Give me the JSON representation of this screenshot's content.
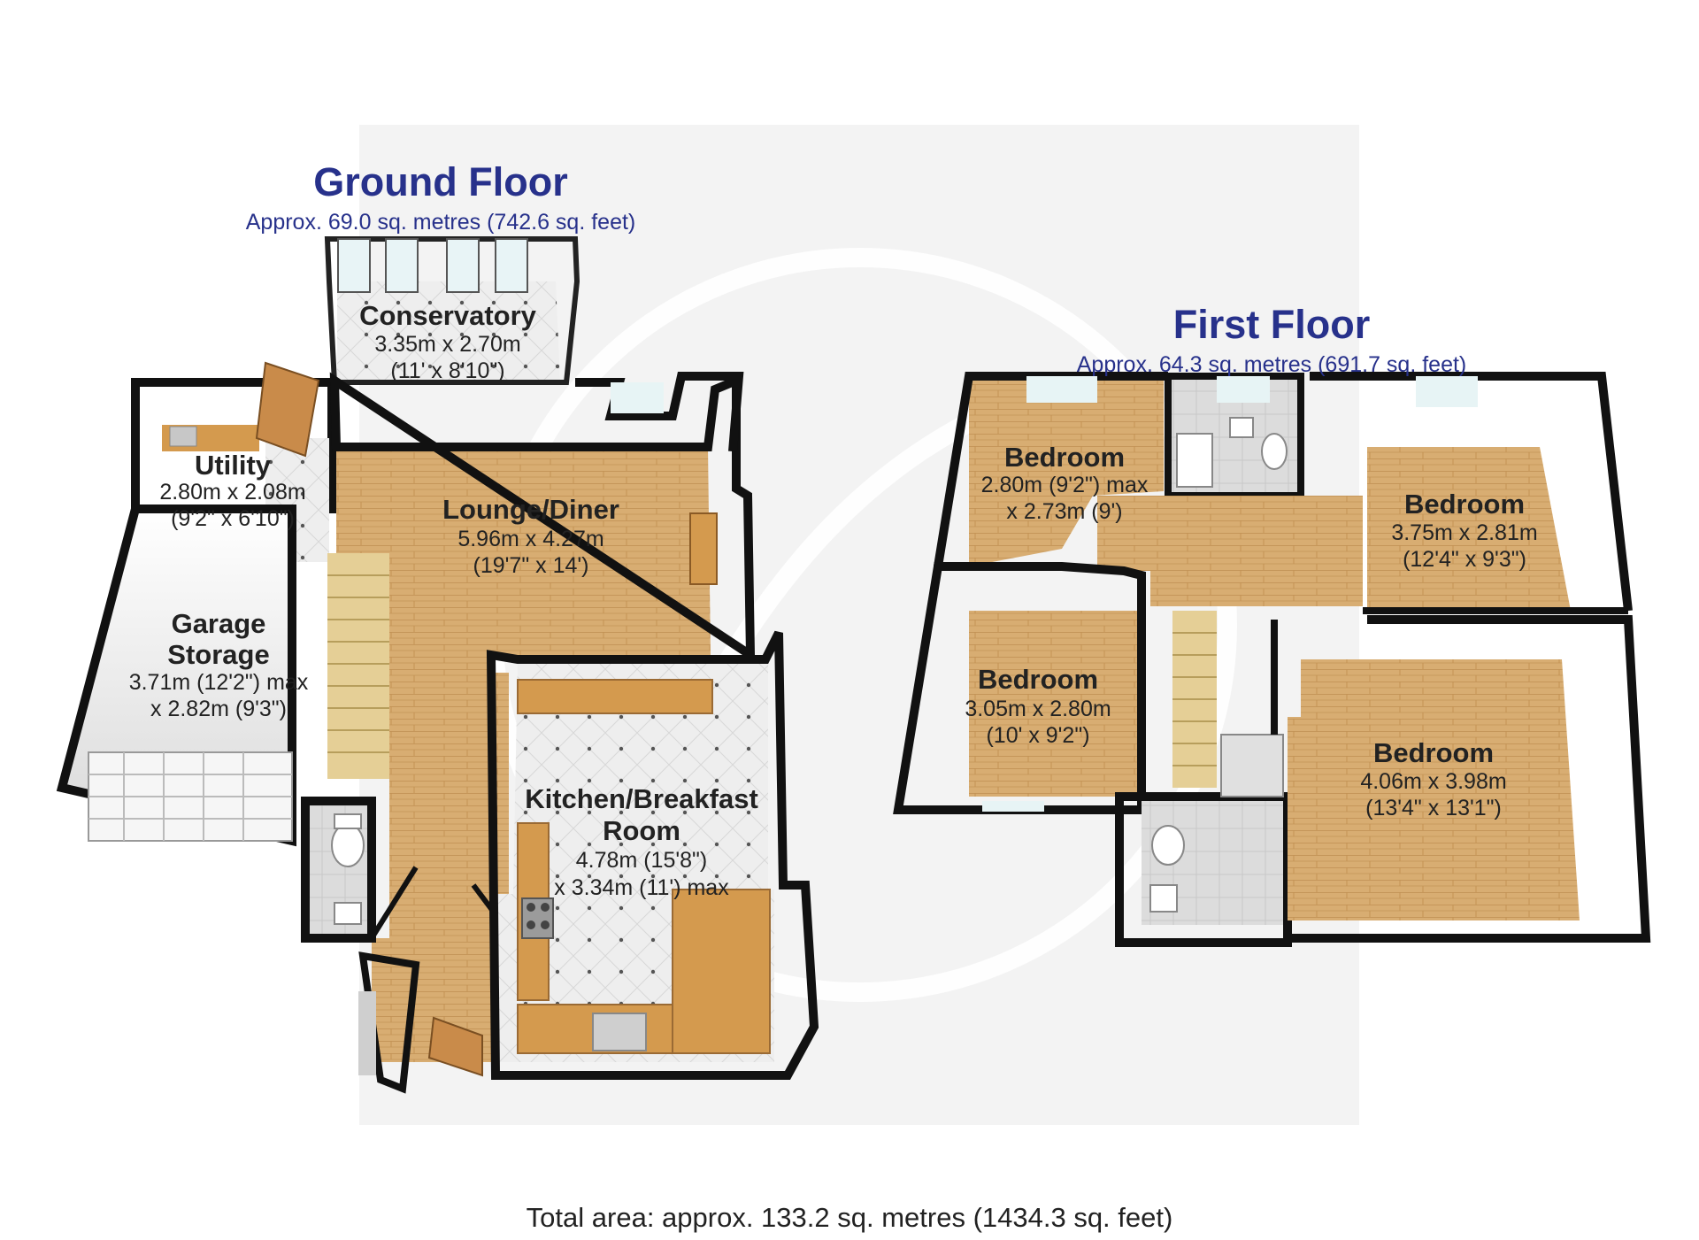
{
  "ground_floor": {
    "title": "Ground Floor",
    "area": "Approx. 69.0 sq. metres (742.6 sq. feet)",
    "rooms": [
      {
        "name": "Conservatory",
        "dim1": "3.35m x 2.70m",
        "dim2": "(11' x 8'10\")"
      },
      {
        "name": "Utility",
        "dim1": "2.80m x 2.08m",
        "dim2": "(9'2\" x 6'10\")"
      },
      {
        "name": "Lounge/Diner",
        "dim1": "5.96m x 4.27m",
        "dim2": "(19'7\" x 14')"
      },
      {
        "name_line1": "Garage",
        "name_line2": "Storage",
        "dim1": "3.71m (12'2\") max",
        "dim2": "x 2.82m (9'3\")"
      },
      {
        "name_line1": "Kitchen/Breakfast",
        "name_line2": "Room",
        "dim1": "4.78m (15'8\")",
        "dim2": "x 3.34m (11') max"
      }
    ]
  },
  "first_floor": {
    "title": "First Floor",
    "area": "Approx. 64.3 sq. metres (691.7 sq. feet)",
    "rooms": [
      {
        "name": "Bedroom",
        "dim1": "2.80m (9'2\") max",
        "dim2": "x 2.73m (9')"
      },
      {
        "name": "Bedroom",
        "dim1": "3.75m x 2.81m",
        "dim2": "(12'4\" x 9'3\")"
      },
      {
        "name": "Bedroom",
        "dim1": "3.05m x 2.80m",
        "dim2": "(10' x 9'2\")"
      },
      {
        "name": "Bedroom",
        "dim1": "4.06m x 3.98m",
        "dim2": "(13'4\" x 13'1\")"
      }
    ]
  },
  "total_area": "Total area: approx. 133.2 sq. metres (1434.3 sq. feet)",
  "colors": {
    "title_blue": "#27318b",
    "wall": "#111111",
    "wood_floor": "#d8ad72",
    "tile_floor": "#e9e9e9",
    "worktop": "#d49a4e",
    "watermark_bg": "#f3f3f3"
  }
}
